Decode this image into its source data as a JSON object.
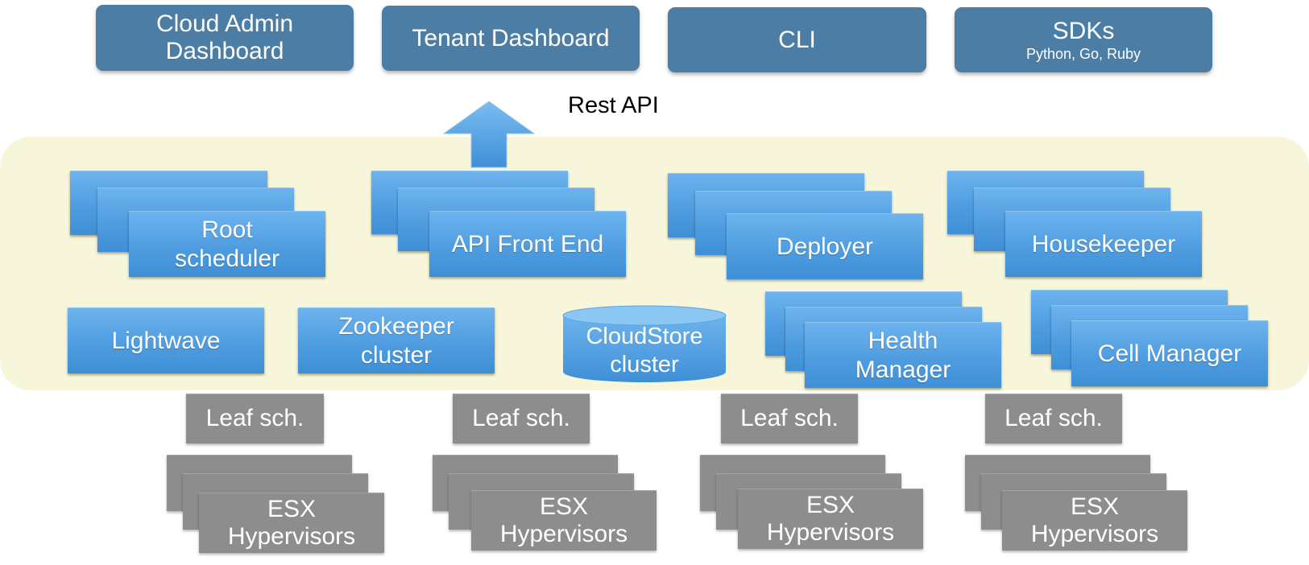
{
  "clients": [
    {
      "label": "Cloud Admin\nDashboard",
      "sublabel": ""
    },
    {
      "label": "Tenant Dashboard",
      "sublabel": ""
    },
    {
      "label": "CLI",
      "sublabel": ""
    },
    {
      "label": "SDKs",
      "sublabel": "Python, Go, Ruby"
    }
  ],
  "arrow_label": "Rest API",
  "control_plane": {
    "stacked_services": [
      {
        "label": "Root\nscheduler"
      },
      {
        "label": "API Front End"
      },
      {
        "label": "Deployer"
      },
      {
        "label": "Housekeeper"
      },
      {
        "label": "Health\nManager"
      },
      {
        "label": "Cell Manager"
      }
    ],
    "single_services": [
      {
        "label": "Lightwave"
      },
      {
        "label": "Zookeeper\ncluster"
      }
    ],
    "datastore": {
      "label": "CloudStore\ncluster"
    }
  },
  "data_plane": {
    "leaf_scheduler_label": "Leaf sch.",
    "hypervisor_label": "ESX\nHypervisors",
    "groups": 4
  },
  "colors": {
    "client_box": "#4c7ea5",
    "panel_background": "#f7f6db",
    "service_box": "#4f9de0",
    "data_plane_box": "#8d8d8d"
  }
}
